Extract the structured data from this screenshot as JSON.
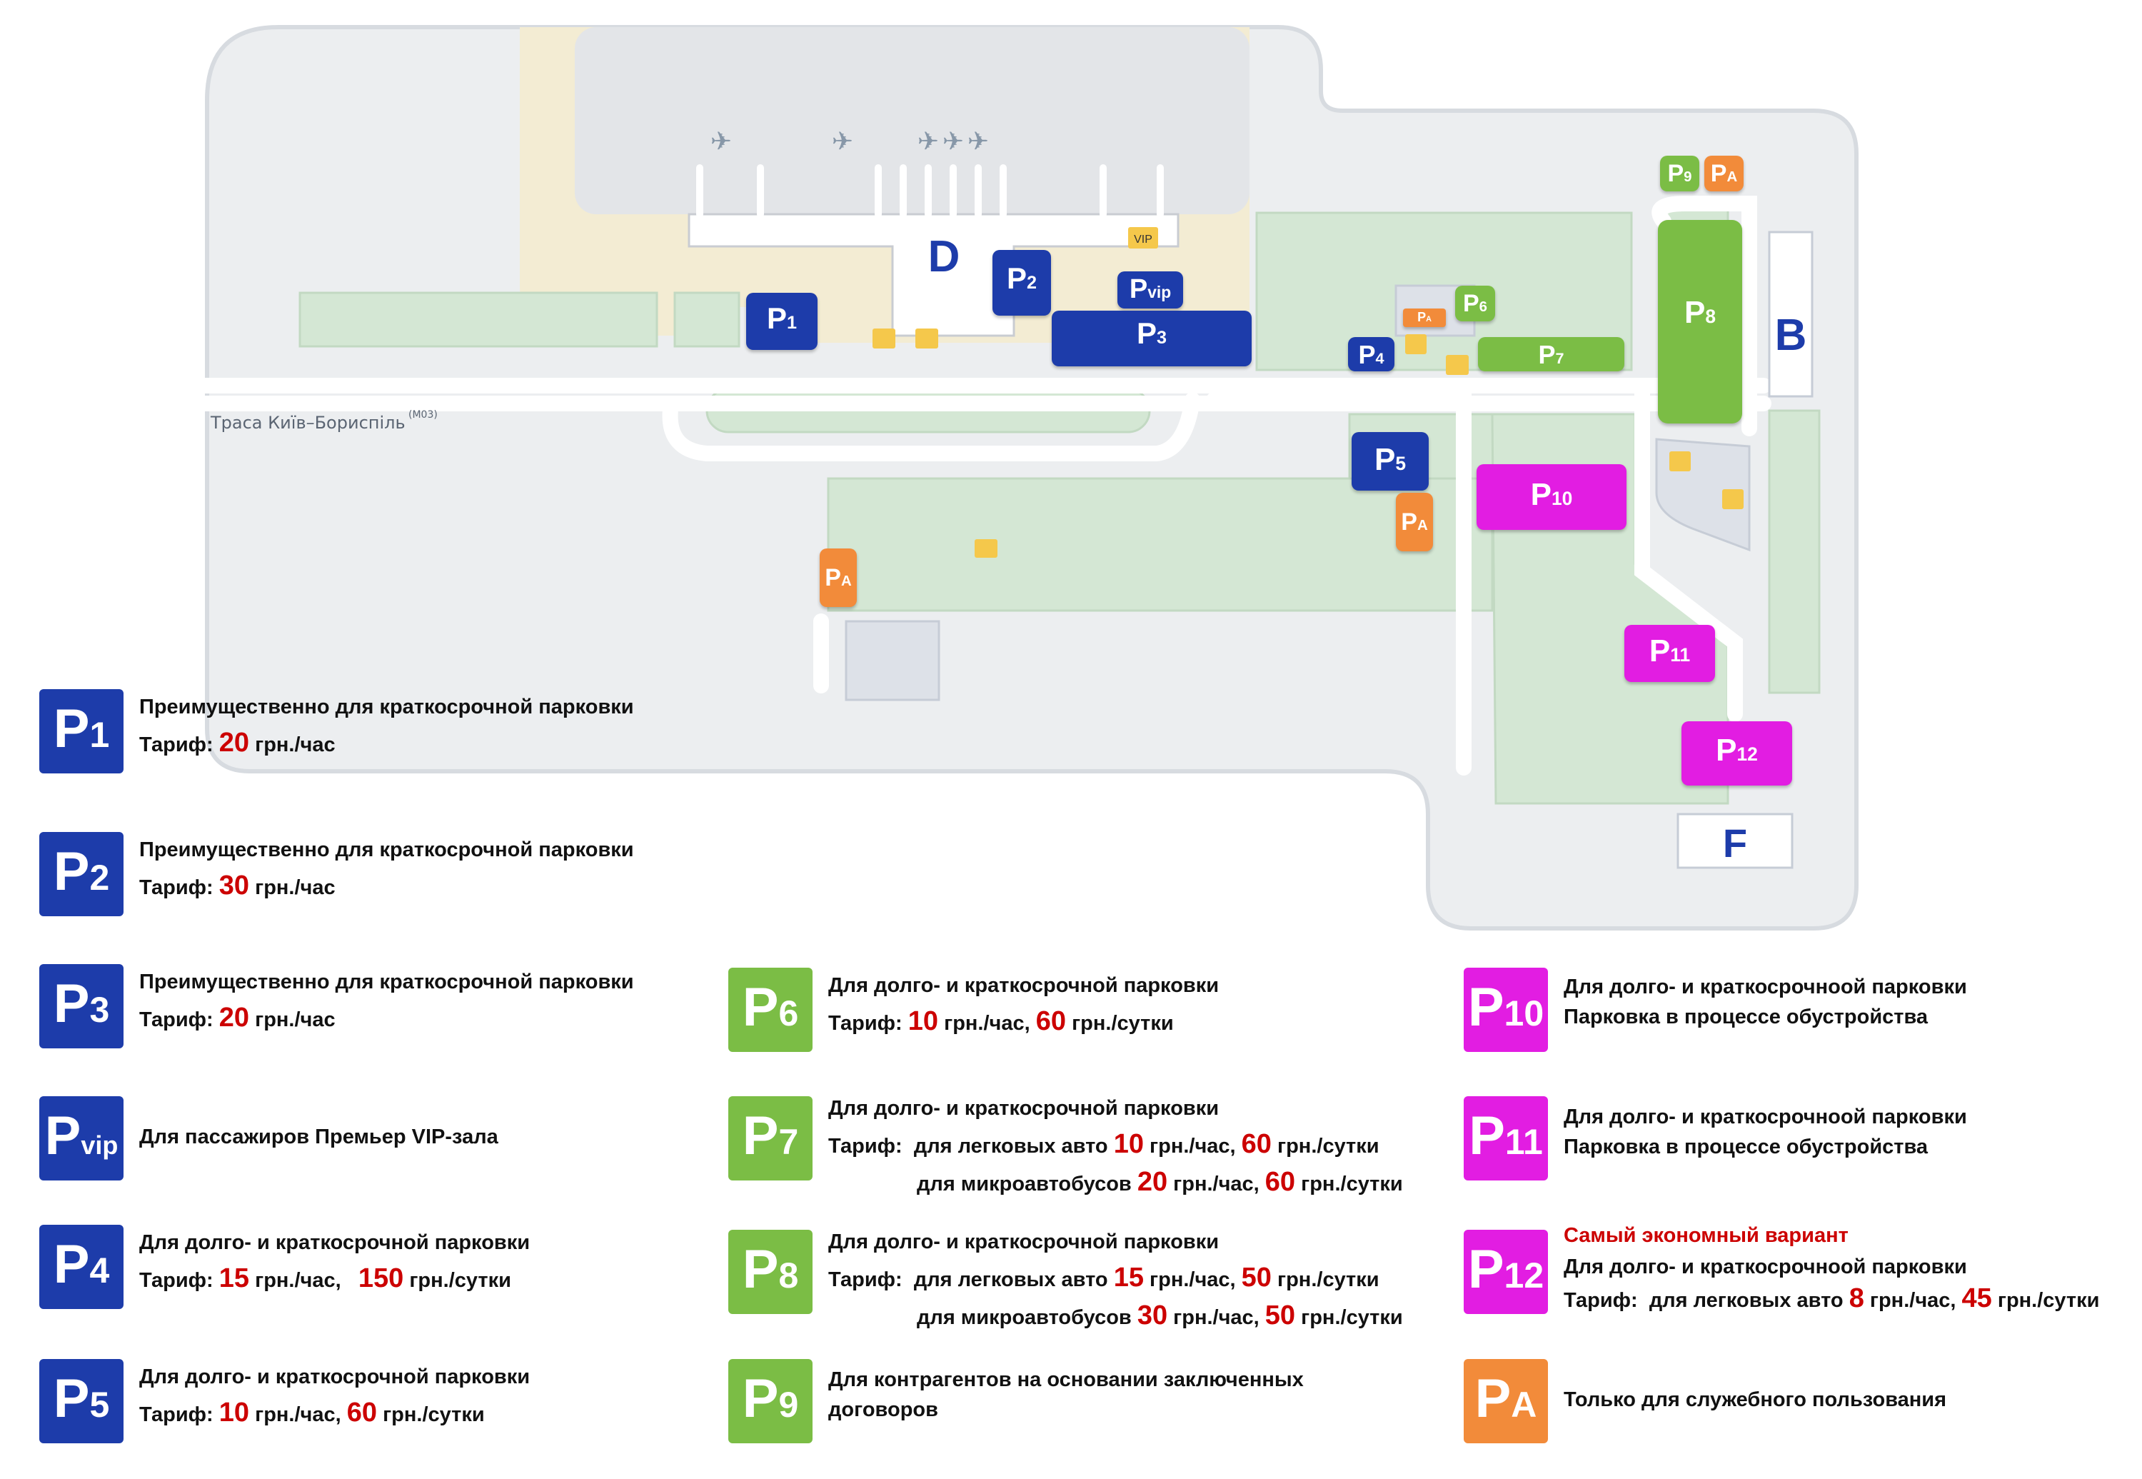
{
  "map": {
    "road_label": "Траса Київ–Бориспіль",
    "road_code": "(M03)",
    "terminals": {
      "d": "D",
      "b": "B",
      "f": "F"
    },
    "vip_sign": "VIP",
    "markers": {
      "p1": {
        "l": "P",
        "s": "1"
      },
      "p2": {
        "l": "P",
        "s": "2"
      },
      "pvip": {
        "l": "P",
        "s": "vip"
      },
      "p3": {
        "l": "P",
        "s": "3"
      },
      "p4": {
        "l": "P",
        "s": "4"
      },
      "p5": {
        "l": "P",
        "s": "5"
      },
      "p6": {
        "l": "P",
        "s": "6"
      },
      "p7": {
        "l": "P",
        "s": "7"
      },
      "p8": {
        "l": "P",
        "s": "8"
      },
      "p9": {
        "l": "P",
        "s": "9"
      },
      "p10": {
        "l": "P",
        "s": "10"
      },
      "p11": {
        "l": "P",
        "s": "11"
      },
      "p12": {
        "l": "P",
        "s": "12"
      },
      "pa_top": {
        "l": "P",
        "s": "A"
      },
      "pa_small": {
        "l": "P",
        "s": "A"
      },
      "pa_mid": {
        "l": "P",
        "s": "A"
      },
      "pa_left": {
        "l": "P",
        "s": "A"
      }
    },
    "colors": {
      "blue": "#1d3caa",
      "green": "#7bbd45",
      "magenta": "#e21de2",
      "orange": "#f28b3a",
      "parking_area": "#d6e8d6",
      "terminal_area": "#f4ebcf",
      "grey_area": "#eaeaea"
    }
  },
  "legend": {
    "p1": {
      "l": "P",
      "s": "1",
      "line1": "Преимущественно для краткосрочной парковки",
      "t_prefix": "Тариф:",
      "t_val": "20",
      "t_suffix": "грн./час"
    },
    "p2": {
      "l": "P",
      "s": "2",
      "line1": "Преимущественно для краткосрочной парковки",
      "t_prefix": "Тариф:",
      "t_val": "30",
      "t_suffix": "грн./час"
    },
    "p3": {
      "l": "P",
      "s": "3",
      "line1": "Преимущественно для краткосрочной парковки",
      "t_prefix": "Тариф:",
      "t_val": "20",
      "t_suffix": "грн./час"
    },
    "pvip": {
      "l": "P",
      "s": "vip",
      "line1": "Для пассажиров Премьер VIP-зала"
    },
    "p4": {
      "l": "P",
      "s": "4",
      "line1": "Для долго- и краткосрочной парковки",
      "t_prefix": "Тариф:",
      "v1": "15",
      "u1": "грн./час,",
      "v2": "150",
      "u2": "грн./сутки"
    },
    "p5": {
      "l": "P",
      "s": "5",
      "line1": "Для долго- и краткосрочной парковки",
      "t_prefix": "Тариф:",
      "v1": "10",
      "u1": "грн./час,",
      "v2": "60",
      "u2": "грн./сутки"
    },
    "p6": {
      "l": "P",
      "s": "6",
      "line1": "Для долго- и краткосрочной парковки",
      "t_prefix": "Тариф:",
      "v1": "10",
      "u1": "грн./час,",
      "v2": "60",
      "u2": "грн./сутки"
    },
    "p7": {
      "l": "P",
      "s": "7",
      "line1": "Для долго- и краткосрочной парковки",
      "t_prefix": "Тариф:",
      "a_label": "для легковых авто",
      "a_v1": "10",
      "a_u1": "грн./час,",
      "a_v2": "60",
      "a_u2": "грн./сутки",
      "b_label": "для микроавтобусов",
      "b_v1": "20",
      "b_u1": "грн./час,",
      "b_v2": "60",
      "b_u2": "грн./сутки"
    },
    "p8": {
      "l": "P",
      "s": "8",
      "line1": "Для долго- и краткосрочной парковки",
      "t_prefix": "Тариф:",
      "a_label": "для легковых авто",
      "a_v1": "15",
      "a_u1": "грн./час,",
      "a_v2": "50",
      "a_u2": "грн./сутки",
      "b_label": "для микроавтобусов",
      "b_v1": "30",
      "b_u1": "грн./час,",
      "b_v2": "50",
      "b_u2": "грн./сутки"
    },
    "p9": {
      "l": "P",
      "s": "9",
      "line1": "Для контрагентов на основании заключенных",
      "line2": "договоров"
    },
    "p10": {
      "l": "P",
      "s": "10",
      "line1": "Для долго- и краткосрочноой парковки",
      "line2": "Парковка в процессе обустройства"
    },
    "p11": {
      "l": "P",
      "s": "11",
      "line1": "Для долго- и краткосрочноой парковки",
      "line2": "Парковка в процессе обустройства"
    },
    "p12": {
      "l": "P",
      "s": "12",
      "note": "Самый экономный вариант",
      "line1": "Для долго- и краткосрочноой парковки",
      "t_prefix": "Тариф:",
      "a_label": "для легковых авто",
      "v1": "8",
      "u1": "грн./час,",
      "v2": "45",
      "u2": "грн./сутки"
    },
    "pa": {
      "l": "P",
      "s": "A",
      "line1": "Только для служебного пользования"
    }
  }
}
